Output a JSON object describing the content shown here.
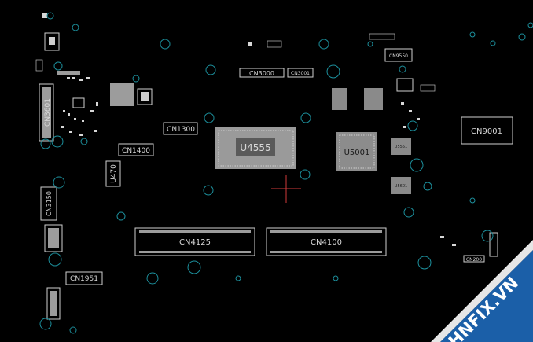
{
  "viewer": {
    "background": "#000000",
    "outline_color": "#cfcfcf",
    "via_color": "#1c8f9c",
    "watermark_color": "#1b5fa8"
  },
  "board": {
    "components": {
      "cn3601": "CN3601",
      "cn1300": "CN1300",
      "cn1400": "CN1400",
      "u470": "U470",
      "cn3150": "CN3150",
      "cn1951": "CN1951",
      "cn3000": "CN3000",
      "cn3001": "CN3001",
      "u4555": "U4555",
      "u5001": "U5001",
      "cn9001": "CN9001",
      "cn9550": "CN9550",
      "cn4125": "CN4125",
      "cn4100": "CN4100",
      "cn200": "CN200",
      "u5551": "U5551",
      "u5601": "U5601"
    }
  },
  "watermark": {
    "text": "HNFIX.VN"
  }
}
